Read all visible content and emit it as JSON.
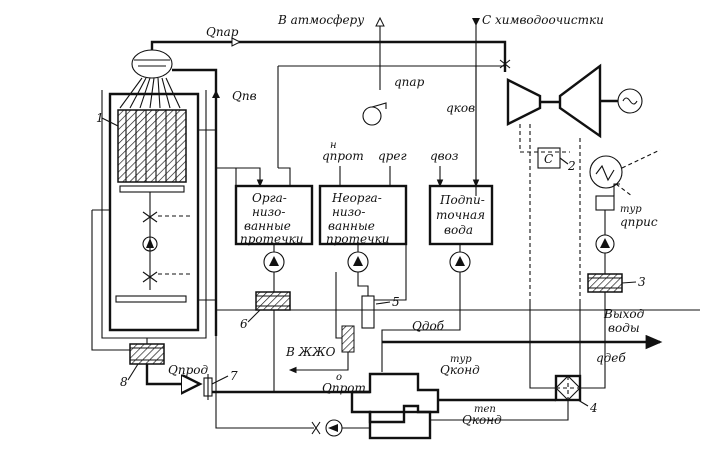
{
  "labels": {
    "q_par_top": "Qпар",
    "to_atmosphere": "В атмосферу",
    "from_kvo": "С химводоочистки",
    "q_par": "qпар",
    "q_kov": "qков",
    "q_pv": "Qпв",
    "q_prot_n": "qпрот",
    "q_prot_n_sup": "н",
    "q_reg": "qрег",
    "q_voz": "qвоз",
    "box_organized": [
      "Орга-",
      "низо-",
      "ванные",
      "протечки"
    ],
    "box_unorganized": [
      "Неорга-",
      "низо-",
      "ванные",
      "протечки"
    ],
    "box_makeup": [
      "Подпи-",
      "точная",
      "вода"
    ],
    "q_tur_pris": "qприс",
    "q_tur_pris_sup": "тур",
    "water_exit": [
      "Выход",
      "воды"
    ],
    "q_dob": "Qдоб",
    "q_deb": "qдеб",
    "to_zhzho": "В ЖЖО",
    "q_prot_o": "Qпрот",
    "q_prot_o_sup": "о",
    "q_kond_tur": "Qконд",
    "q_kond_tur_sup": "тур",
    "q_kond_tep": "Qконд",
    "q_kond_tep_sup": "теп",
    "q_prod": "Qпрод",
    "c_box": "С"
  },
  "numbers": [
    "1",
    "2",
    "3",
    "4",
    "5",
    "6",
    "7",
    "8"
  ]
}
